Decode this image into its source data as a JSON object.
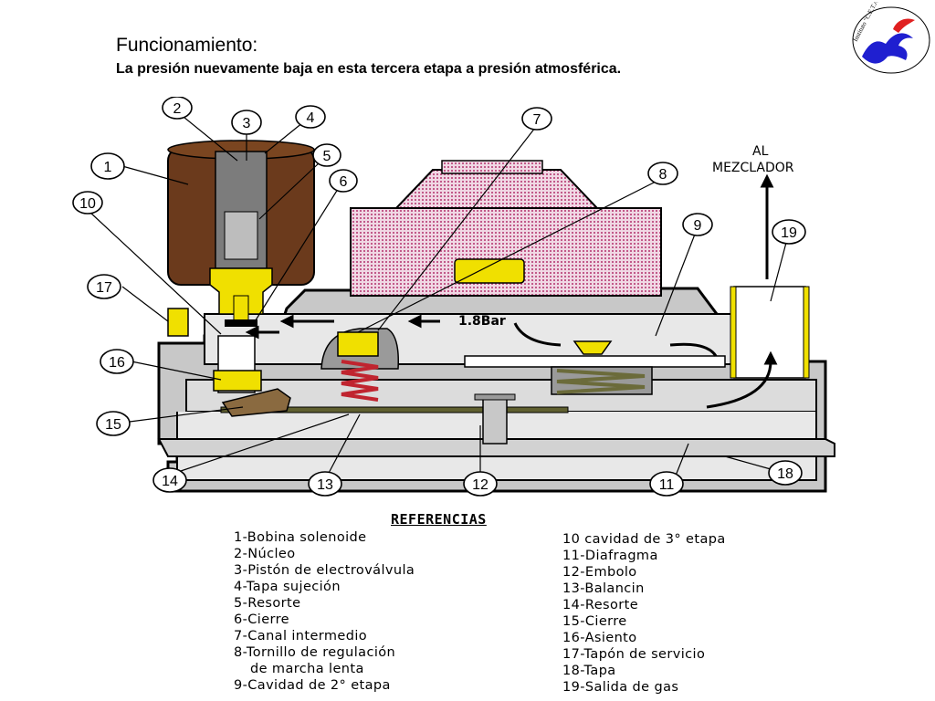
{
  "header": {
    "title": "Funcionamiento:",
    "subtitle": "La presión nuevamente baja en esta tercera etapa a presión atmosférica."
  },
  "logo": {
    "text": "Instituto \"C.E.T.A.\"",
    "icon": "winged-horse-icon",
    "colors": {
      "primary": "#1f1fd0",
      "accent": "#e02020"
    }
  },
  "diagram": {
    "pressure_label": "1.8Bar",
    "outlet_label_line1": "AL",
    "outlet_label_line2": "MEZCLADOR",
    "callouts": [
      "1",
      "2",
      "3",
      "4",
      "5",
      "6",
      "7",
      "8",
      "9",
      "10",
      "11",
      "12",
      "13",
      "14",
      "15",
      "16",
      "17",
      "18",
      "19"
    ],
    "colors": {
      "coil": "#6b3a1c",
      "body": "#c8c8c8",
      "hatch": "#c25a8a",
      "brass": "#f0e000",
      "spring": "#c0242f",
      "shaft": "#606030"
    }
  },
  "references": {
    "title": "REFERENCIAS",
    "left": [
      "1-Bobina solenoide",
      "2-Núcleo",
      "3-Pistón de electroválvula",
      "4-Tapa sujeción",
      "5-Resorte",
      "6-Cierre",
      "7-Canal intermedio",
      "8-Tornillo de regulación",
      "de marcha lenta",
      "9-Cavidad de 2° etapa"
    ],
    "right": [
      "10 cavidad de 3° etapa",
      "11-Diafragma",
      "12-Embolo",
      "13-Balancin",
      "14-Resorte",
      "15-Cierre",
      "16-Asiento",
      "17-Tapón de servicio",
      "18-Tapa",
      "19-Salida de gas"
    ]
  }
}
